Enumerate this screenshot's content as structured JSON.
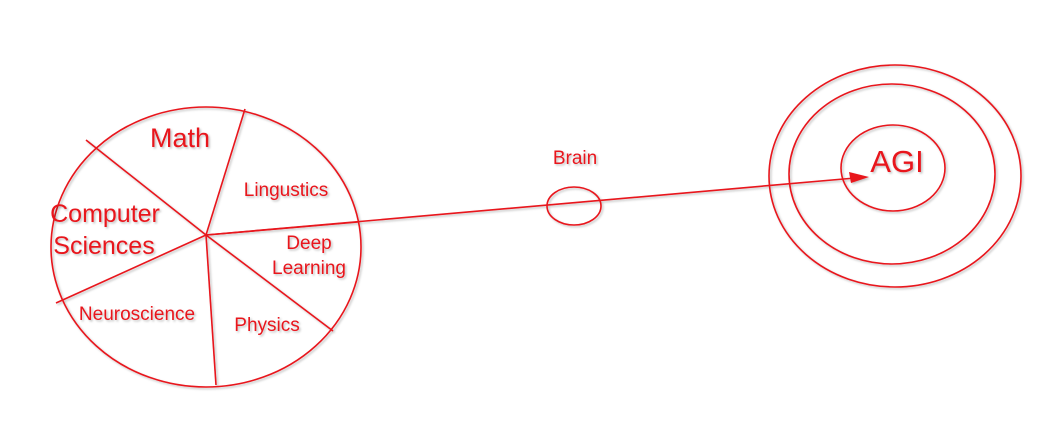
{
  "colors": {
    "stroke": "#e8141c",
    "text": "#e8141c",
    "background": "#ffffff"
  },
  "segments": {
    "math": "Math",
    "lingustics": "Lingustics",
    "deep_line1": "Deep",
    "deep_line2": "Learning",
    "physics": "Physics",
    "neuroscience": "Neuroscience",
    "computer_line1": "Computer",
    "computer_line2": "Sciences"
  },
  "brain": "Brain",
  "agi": "AGI"
}
